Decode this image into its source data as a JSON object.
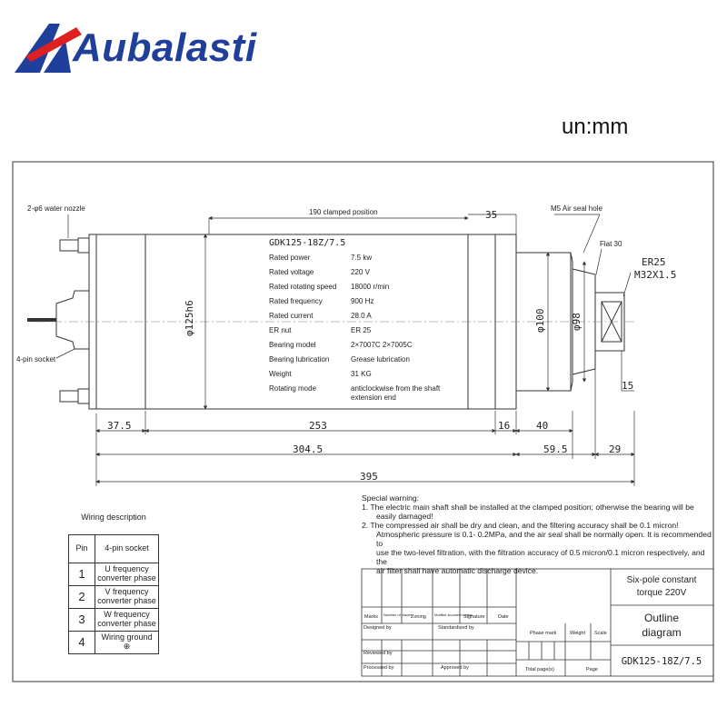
{
  "brand": {
    "name": "Aubalasti",
    "color": "#1f3f9a",
    "accent": "#e02020"
  },
  "unit_label": "un:mm",
  "drawing": {
    "water_nozzle": "2-φ6 water nozzle",
    "socket": "4-pin socket",
    "clamped_position": "190 clamped position",
    "dim_35": "35",
    "air_seal": "M5 Air seal hole",
    "flat": "Flat 30",
    "er": "ER25",
    "thread": "M32X1.5",
    "dia_125": "φ125h6",
    "dia_100": "φ100",
    "dia_98": "φ98",
    "dim_15": "15",
    "dim_37_5": "37.5",
    "dim_253": "253",
    "dim_16": "16",
    "dim_40": "40",
    "dim_304_5": "304.5",
    "dim_59_5": "59.5",
    "dim_29": "29",
    "dim_395": "395"
  },
  "model": "GDK125-18Z/7.5",
  "specs": [
    {
      "label": "Rated power",
      "value": "7.5 kw"
    },
    {
      "label": "Rated voltage",
      "value": "220 V"
    },
    {
      "label": "Rated rotating speed",
      "value": "18000 r/min"
    },
    {
      "label": "Rated frequency",
      "value": "900 Hz"
    },
    {
      "label": "Rated current",
      "value": "28.0 A"
    },
    {
      "label": "ER nut",
      "value": "ER 25"
    },
    {
      "label": "Bearing model",
      "value": "2×7007C 2×7005C"
    },
    {
      "label": "Bearing lubrication",
      "value": "Grease lubrication"
    },
    {
      "label": "Weight",
      "value": "31 KG"
    },
    {
      "label": "Rotating mode",
      "value": "anticlockwise from the shaft",
      "value2": "extension end"
    }
  ],
  "wiring": {
    "title": "Wiring description",
    "header": [
      "Pin",
      "4-pin socket"
    ],
    "rows": [
      {
        "pin": "1",
        "desc": "U frequency converter phase"
      },
      {
        "pin": "2",
        "desc": "V frequency converter phase"
      },
      {
        "pin": "3",
        "desc": "W frequency converter phase"
      },
      {
        "pin": "4",
        "desc": "Wiring ground ⊕"
      }
    ]
  },
  "warning": {
    "title": "Special warning:",
    "item1": "1.    The electric main shaft shall be installed at the clamped position; otherwise the bearing will be",
    "item1b": "easily damaged!",
    "item2": "2.    The compressed air shall be dry and clean, and the filtering accuracy shall be 0.1 micron!",
    "item2b": "Atmospheric pressure is 0.1- 0.2MPa, and the air seal shall be normally open. It is recommended to",
    "item2c": "use the two-level filtration, with the filtration accuracy of 0.5 micron/0.1 micron respectively, and the",
    "item2d": "air filter shall have automatic discharge device."
  },
  "title_block": {
    "marks": "Marks",
    "number_places": "Number of places",
    "zoning": "Zoning",
    "modified_doc": "Modified document number",
    "signature": "Signature",
    "date": "Date",
    "designed_by": "Designed by",
    "standardized_by": "Standardized by",
    "reviewed_by": "Reviewed by",
    "processed_by": "Processed by",
    "approved_by": "Approved by",
    "phase_mark": "Phase mark",
    "weight": "Weight",
    "scale": "Scale",
    "total_pages": "Total page(s)",
    "page": "Page",
    "product_title": "Six-pole constant torque 220V",
    "product_title_a": "Six-pole constant",
    "product_title_b": "torque 220V",
    "outline_a": "Outline",
    "outline_b": "diagram",
    "model": "GDK125-18Z/7.5"
  }
}
